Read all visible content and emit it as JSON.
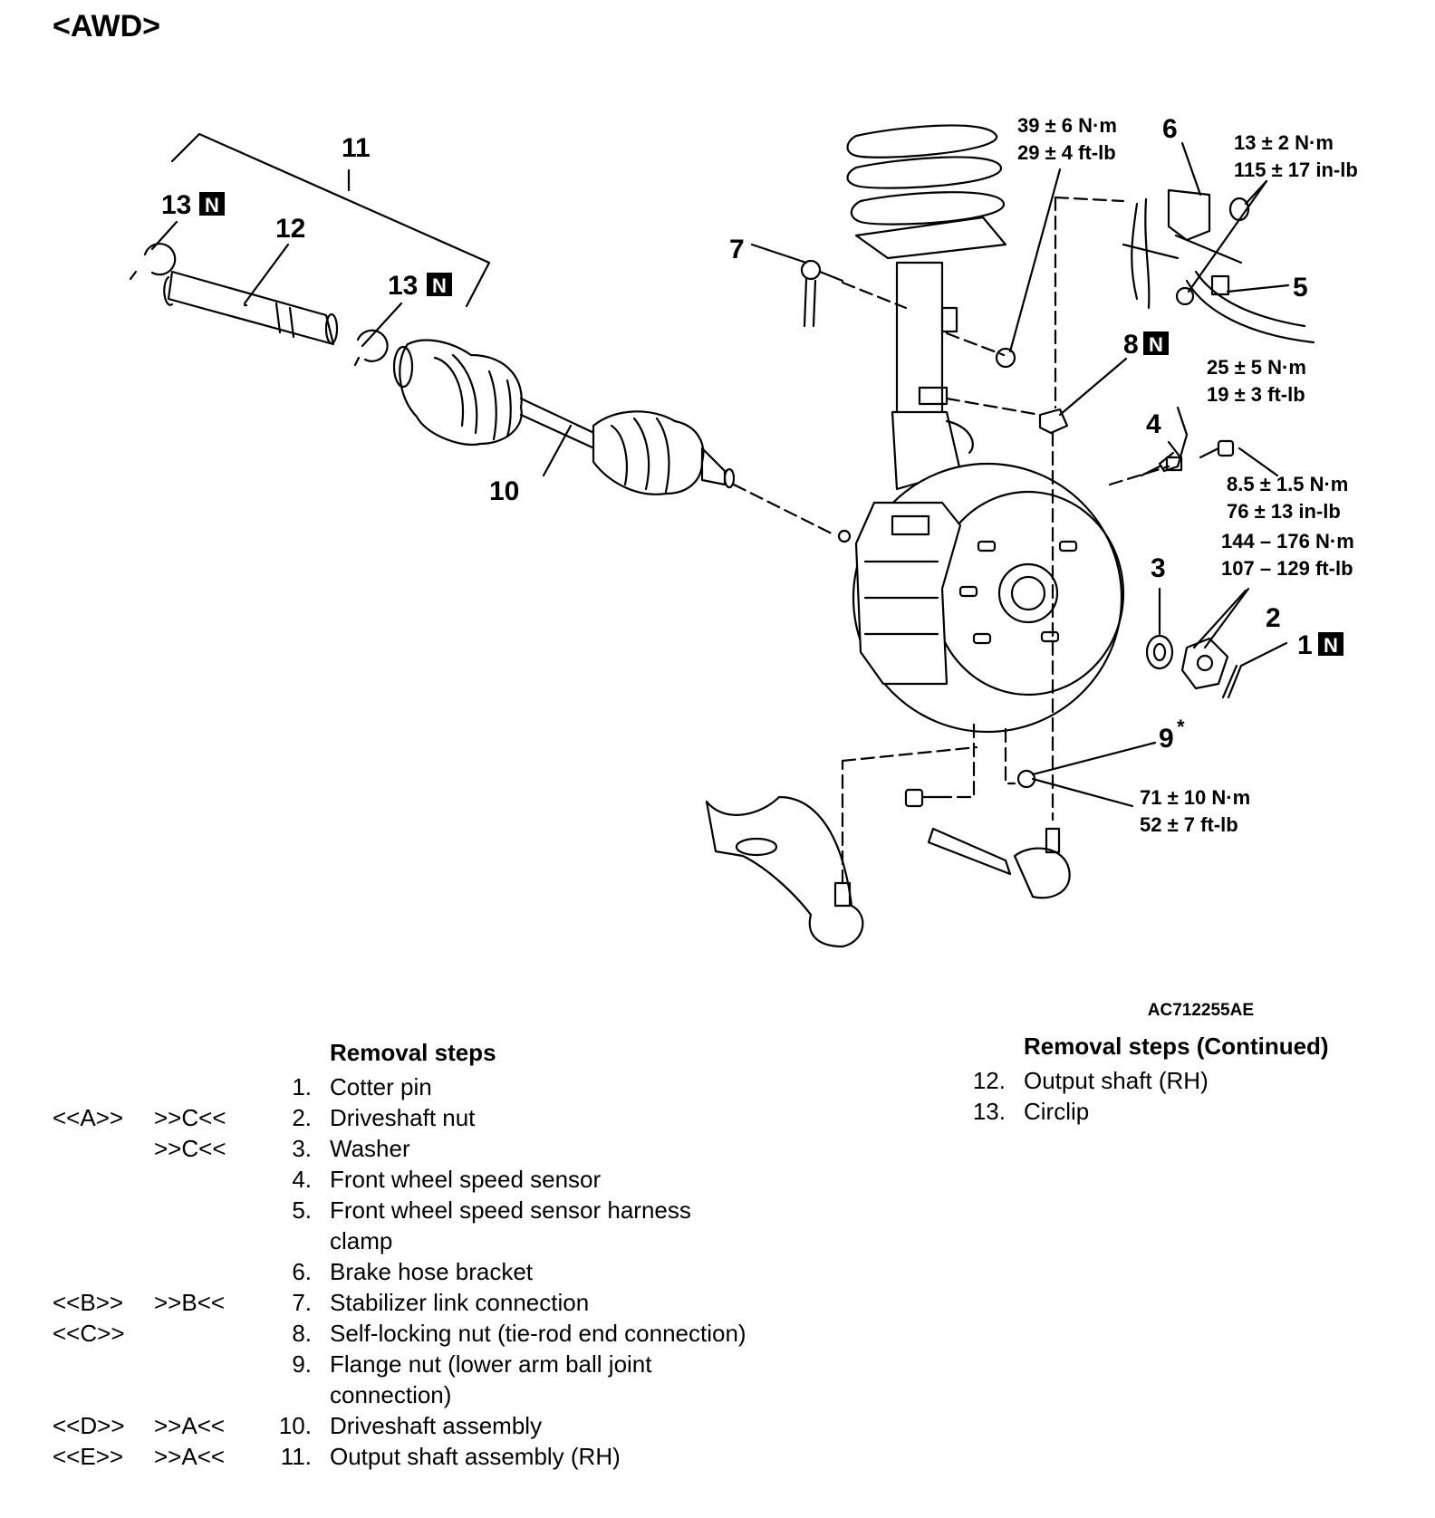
{
  "title": "<AWD>",
  "figure_code": "AC712255AE",
  "callouts": {
    "n1": "1",
    "n2": "2",
    "n3": "3",
    "n4": "4",
    "n5": "5",
    "n6": "6",
    "n7": "7",
    "n8": "8",
    "n9": "9",
    "n9_mark": "*",
    "n10": "10",
    "n11": "11",
    "n12": "12",
    "n13a": "13",
    "n13b": "13",
    "new_mark": "N"
  },
  "torques": {
    "t39": "39 ± 6 N·m",
    "t29": "29 ± 4 ft-lb",
    "t13": "13 ± 2 N·m",
    "t115": "115 ± 17 in-lb",
    "t25": "25 ± 5 N·m",
    "t19": "19 ± 3 ft-lb",
    "t85": "8.5 ± 1.5 N·m",
    "t76": "76 ± 13 in-lb",
    "t144": "144 – 176 N·m",
    "t107": "107 – 129 ft-lb",
    "t71": "71 ± 10 N·m",
    "t52": "52 ± 7 ft-lb"
  },
  "left_steps": {
    "heading": "Removal steps",
    "items": [
      {
        "a": "",
        "b": "",
        "num": "1.",
        "text": "Cotter pin"
      },
      {
        "a": "<<A>>",
        "b": ">>C<<",
        "num": "2.",
        "text": "Driveshaft nut"
      },
      {
        "a": "",
        "b": ">>C<<",
        "num": "3.",
        "text": "Washer"
      },
      {
        "a": "",
        "b": "",
        "num": "4.",
        "text": "Front wheel speed sensor"
      },
      {
        "a": "",
        "b": "",
        "num": "5.",
        "text": "Front wheel speed sensor harness clamp"
      },
      {
        "a": "",
        "b": "",
        "num": "6.",
        "text": "Brake hose bracket"
      },
      {
        "a": "<<B>>",
        "b": ">>B<<",
        "num": "7.",
        "text": "Stabilizer link connection"
      },
      {
        "a": "<<C>>",
        "b": "",
        "num": "8.",
        "text": "Self-locking nut (tie-rod end connection)"
      },
      {
        "a": "",
        "b": "",
        "num": "9.",
        "text": "Flange nut (lower arm ball joint connection)"
      },
      {
        "a": "<<D>>",
        "b": ">>A<<",
        "num": "10.",
        "text": "Driveshaft assembly"
      },
      {
        "a": "<<E>>",
        "b": ">>A<<",
        "num": "11.",
        "text": "Output shaft assembly (RH)"
      }
    ]
  },
  "right_steps": {
    "heading": "Removal steps (Continued)",
    "items": [
      {
        "num": "12.",
        "text": "Output shaft (RH)"
      },
      {
        "num": "13.",
        "text": "Circlip"
      }
    ]
  }
}
